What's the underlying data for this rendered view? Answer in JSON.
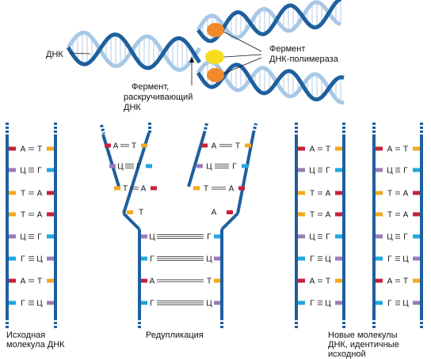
{
  "labels": {
    "dna": "ДНК",
    "polymerase": [
      "Фермент",
      "ДНК-полимераза"
    ],
    "helicase": [
      "Фермент,",
      "раскручивающий",
      "ДНК"
    ]
  },
  "captions": {
    "original": [
      "Исходная",
      "молекула ДНК"
    ],
    "replication": "Редупликация",
    "new": [
      "Новые молекулы",
      "ДНК, идентичные",
      "исходной"
    ]
  },
  "pairs": [
    {
      "left": "А",
      "right": "Т",
      "bond": 2
    },
    {
      "left": "Ц",
      "right": "Г",
      "bond": 3
    },
    {
      "left": "Т",
      "right": "А",
      "bond": 2
    },
    {
      "left": "Т",
      "right": "А",
      "bond": 2
    },
    {
      "left": "Ц",
      "right": "Г",
      "bond": 3
    },
    {
      "left": "Г",
      "right": "Ц",
      "bond": 3
    },
    {
      "left": "А",
      "right": "Т",
      "bond": 2
    },
    {
      "left": "Г",
      "right": "Ц",
      "bond": 3
    }
  ],
  "colors": {
    "strand": "#1e5f9e",
    "А": "#c5203a",
    "Т": "#f4a81d",
    "Г": "#1fa7df",
    "Ц": "#9a7bb8",
    "enzyme_orange": "#f08a2c",
    "enzyme_yellow": "#f7dd1e",
    "helix_light": "#a8c8e6",
    "helix_rung": "#c9d9ea"
  }
}
